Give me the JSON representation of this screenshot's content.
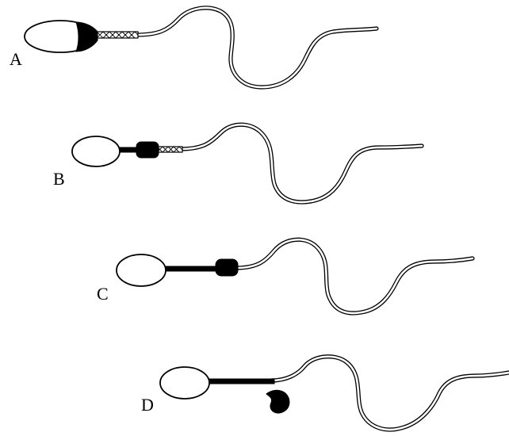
{
  "stages": [
    {
      "label": "A"
    },
    {
      "label": "B"
    },
    {
      "label": "C"
    },
    {
      "label": "D"
    }
  ]
}
